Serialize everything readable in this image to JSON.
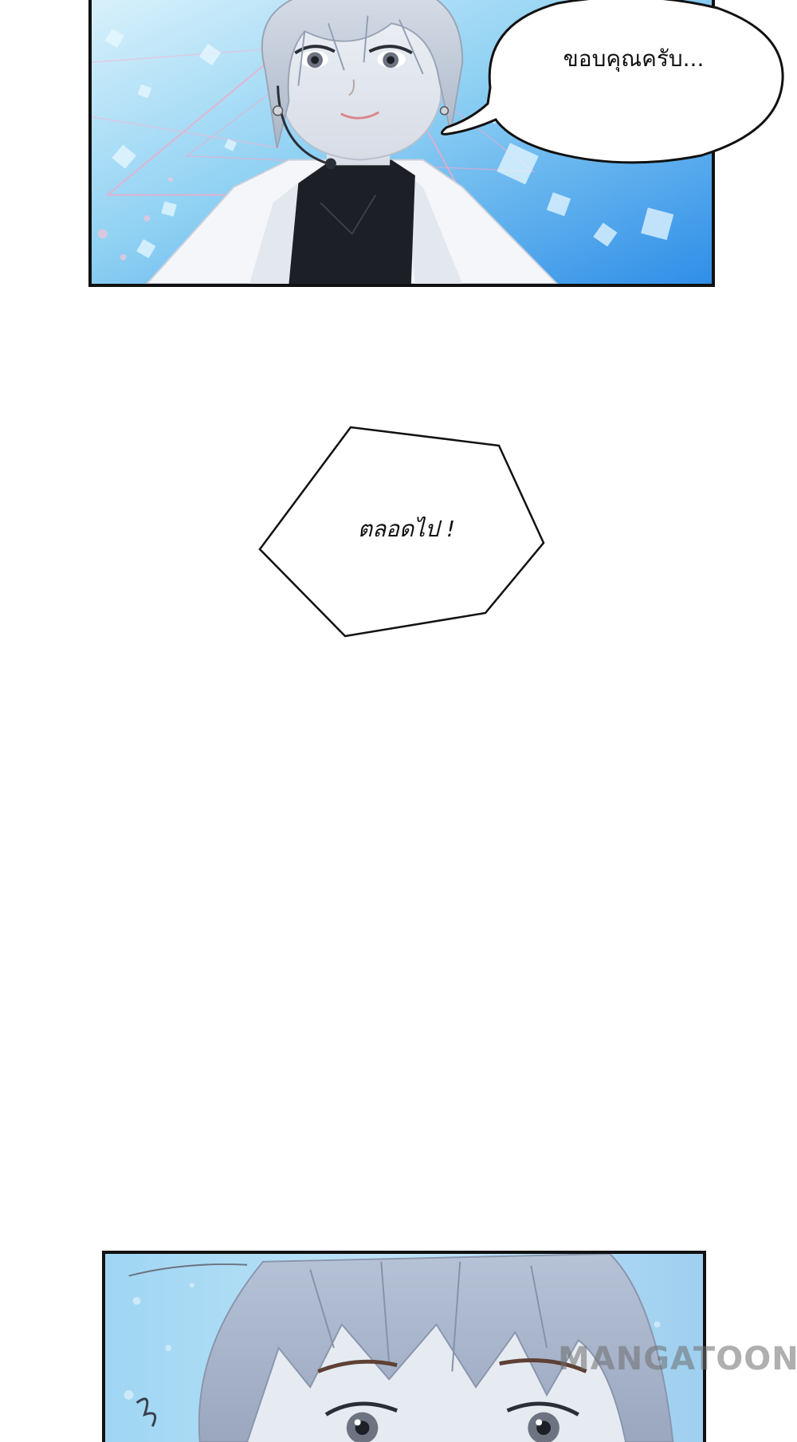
{
  "bubbles": {
    "thanks": "ขอบคุณครับ...",
    "forever": "ตลอดไป !"
  },
  "watermark": {
    "text": "MANGATOON"
  },
  "colors": {
    "panel_border": "#111111",
    "sky_light": "#bfe6f7",
    "sky_deep": "#2f8ee8",
    "hair": "#b9c3d3",
    "coat": "#f4f6f9",
    "turtleneck": "#1c1f26"
  }
}
